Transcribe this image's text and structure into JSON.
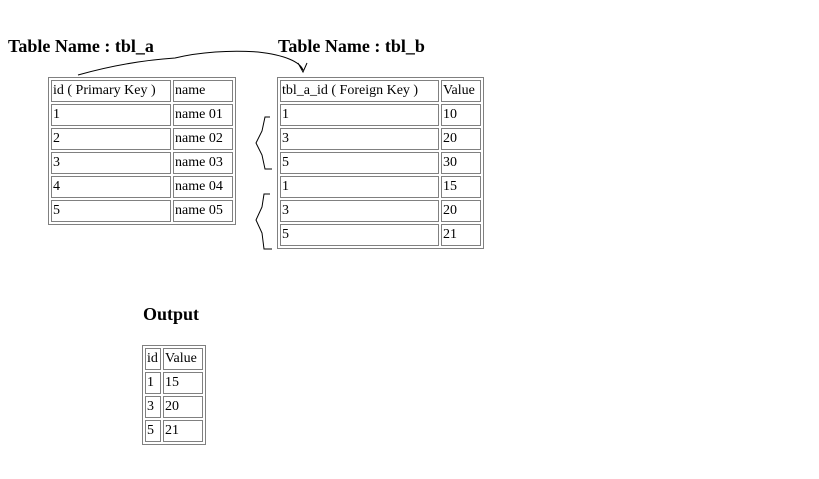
{
  "table_a": {
    "title": "Table Name : tbl_a",
    "headers": [
      "id ( Primary Key )",
      "name"
    ],
    "rows": [
      [
        "1",
        "name 01"
      ],
      [
        "2",
        "name 02"
      ],
      [
        "3",
        "name 03"
      ],
      [
        "4",
        "name 04"
      ],
      [
        "5",
        "name 05"
      ]
    ]
  },
  "table_b": {
    "title": "Table Name : tbl_b",
    "headers": [
      "tbl_a_id ( Foreign Key )",
      "Value"
    ],
    "rows": [
      [
        "1",
        "10"
      ],
      [
        "3",
        "20"
      ],
      [
        "5",
        "30"
      ],
      [
        "1",
        "15"
      ],
      [
        "3",
        "20"
      ],
      [
        "5",
        "21"
      ]
    ]
  },
  "output": {
    "title": "Output",
    "headers": [
      "id",
      "Value"
    ],
    "rows": [
      [
        "1",
        "15"
      ],
      [
        "3",
        "20"
      ],
      [
        "5",
        "21"
      ]
    ]
  }
}
